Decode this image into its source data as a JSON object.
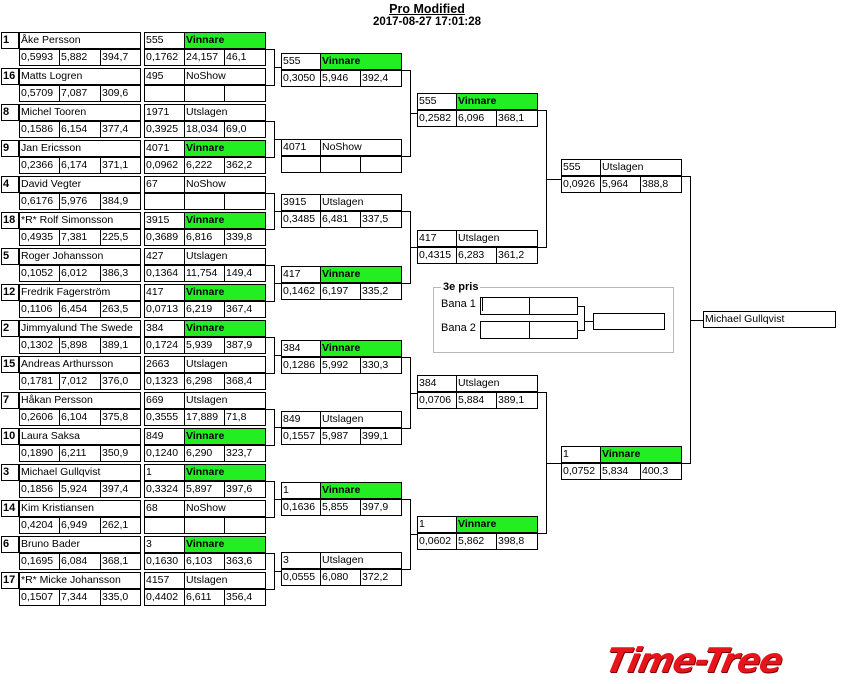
{
  "header": {
    "title": "Pro Modified",
    "timestamp": "2017-08-27 17:01:28"
  },
  "round1": [
    {
      "seed": "1",
      "name": "Åke Persson",
      "rt": "0,5993",
      "et": "5,882",
      "mph": "394,7",
      "num": "555",
      "status": "Vinnare",
      "win": true,
      "r_rt": "0,1762",
      "r_et": "24,157",
      "r_mph": "46,1"
    },
    {
      "seed": "16",
      "name": "Matts Logren",
      "rt": "0,5709",
      "et": "7,087",
      "mph": "309,6",
      "num": "495",
      "status": "NoShow",
      "win": false,
      "r_rt": "",
      "r_et": "",
      "r_mph": ""
    },
    {
      "seed": "8",
      "name": "Michel Tooren",
      "rt": "0,1586",
      "et": "6,154",
      "mph": "377,4",
      "num": "1971",
      "status": "Utslagen",
      "win": false,
      "r_rt": "0,3925",
      "r_et": "18,034",
      "r_mph": "69,0"
    },
    {
      "seed": "9",
      "name": "Jan Ericsson",
      "rt": "0,2366",
      "et": "6,174",
      "mph": "371,1",
      "num": "4071",
      "status": "Vinnare",
      "win": true,
      "r_rt": "0,0962",
      "r_et": "6,222",
      "r_mph": "362,2"
    },
    {
      "seed": "4",
      "name": "David Vegter",
      "rt": "0,6176",
      "et": "5,976",
      "mph": "384,9",
      "num": "67",
      "status": "NoShow",
      "win": false,
      "r_rt": "",
      "r_et": "",
      "r_mph": ""
    },
    {
      "seed": "18",
      "name": "*R* Rolf Simonsson",
      "rt": "0,4935",
      "et": "7,381",
      "mph": "225,5",
      "num": "3915",
      "status": "Vinnare",
      "win": true,
      "r_rt": "0,3689",
      "r_et": "6,816",
      "r_mph": "339,8"
    },
    {
      "seed": "5",
      "name": "Roger Johansson",
      "rt": "0,1052",
      "et": "6,012",
      "mph": "386,3",
      "num": "427",
      "status": "Utslagen",
      "win": false,
      "r_rt": "0,1364",
      "r_et": "11,754",
      "r_mph": "149,4"
    },
    {
      "seed": "12",
      "name": "Fredrik Fagerström",
      "rt": "0,1106",
      "et": "6,454",
      "mph": "263,5",
      "num": "417",
      "status": "Vinnare",
      "win": true,
      "r_rt": "0,0713",
      "r_et": "6,219",
      "r_mph": "367,4"
    },
    {
      "seed": "2",
      "name": "Jimmyalund The Swede",
      "rt": "0,1302",
      "et": "5,898",
      "mph": "389,1",
      "num": "384",
      "status": "Vinnare",
      "win": true,
      "r_rt": "0,1724",
      "r_et": "5,939",
      "r_mph": "387,9"
    },
    {
      "seed": "15",
      "name": "Andreas Arthursson",
      "rt": "0,1781",
      "et": "7,012",
      "mph": "376,0",
      "num": "2663",
      "status": "Utslagen",
      "win": false,
      "r_rt": "0,1323",
      "r_et": "6,298",
      "r_mph": "368,4"
    },
    {
      "seed": "7",
      "name": "Håkan Persson",
      "rt": "0,2606",
      "et": "6,104",
      "mph": "375,8",
      "num": "669",
      "status": "Utslagen",
      "win": false,
      "r_rt": "0,3555",
      "r_et": "17,889",
      "r_mph": "71,8"
    },
    {
      "seed": "10",
      "name": "Laura Saksa",
      "rt": "0,1890",
      "et": "6,211",
      "mph": "350,9",
      "num": "849",
      "status": "Vinnare",
      "win": true,
      "r_rt": "0,1240",
      "r_et": "6,290",
      "r_mph": "323,7"
    },
    {
      "seed": "3",
      "name": "Michael Gullqvist",
      "rt": "0,1856",
      "et": "5,924",
      "mph": "397,4",
      "num": "1",
      "status": "Vinnare",
      "win": true,
      "r_rt": "0,3324",
      "r_et": "5,897",
      "r_mph": "397,6"
    },
    {
      "seed": "14",
      "name": "Kim Kristiansen",
      "rt": "0,4204",
      "et": "6,949",
      "mph": "262,1",
      "num": "68",
      "status": "NoShow",
      "win": false,
      "r_rt": "",
      "r_et": "",
      "r_mph": ""
    },
    {
      "seed": "6",
      "name": "Bruno Bader",
      "rt": "0,1695",
      "et": "6,084",
      "mph": "368,1",
      "num": "3",
      "status": "Vinnare",
      "win": true,
      "r_rt": "0,1630",
      "r_et": "6,103",
      "r_mph": "363,6"
    },
    {
      "seed": "17",
      "name": "*R* Micke Johansson",
      "rt": "0,1507",
      "et": "7,344",
      "mph": "335,0",
      "num": "4157",
      "status": "Utslagen",
      "win": false,
      "r_rt": "0,4402",
      "r_et": "6,611",
      "r_mph": "356,4"
    }
  ],
  "round2": [
    {
      "num": "555",
      "status": "Vinnare",
      "win": true,
      "rt": "0,3050",
      "et": "5,946",
      "mph": "392,4"
    },
    {
      "num": "4071",
      "status": "NoShow",
      "win": false,
      "rt": "",
      "et": "",
      "mph": ""
    },
    {
      "num": "3915",
      "status": "Utslagen",
      "win": false,
      "rt": "0,3485",
      "et": "6,481",
      "mph": "337,5"
    },
    {
      "num": "417",
      "status": "Vinnare",
      "win": true,
      "rt": "0,1462",
      "et": "6,197",
      "mph": "335,2"
    },
    {
      "num": "384",
      "status": "Vinnare",
      "win": true,
      "rt": "0,1286",
      "et": "5,992",
      "mph": "330,3"
    },
    {
      "num": "849",
      "status": "Utslagen",
      "win": false,
      "rt": "0,1557",
      "et": "5,987",
      "mph": "399,1"
    },
    {
      "num": "1",
      "status": "Vinnare",
      "win": true,
      "rt": "0,1636",
      "et": "5,855",
      "mph": "397,9"
    },
    {
      "num": "3",
      "status": "Utslagen",
      "win": false,
      "rt": "0,0555",
      "et": "6,080",
      "mph": "372,2"
    }
  ],
  "round3": [
    {
      "num": "555",
      "status": "Vinnare",
      "win": true,
      "rt": "0,2582",
      "et": "6,096",
      "mph": "368,1"
    },
    {
      "num": "417",
      "status": "Utslagen",
      "win": false,
      "rt": "0,4315",
      "et": "6,283",
      "mph": "361,2"
    },
    {
      "num": "384",
      "status": "Utslagen",
      "win": false,
      "rt": "0,0706",
      "et": "5,884",
      "mph": "389,1"
    },
    {
      "num": "1",
      "status": "Vinnare",
      "win": true,
      "rt": "0,0602",
      "et": "5,862",
      "mph": "398,8"
    }
  ],
  "round4": [
    {
      "num": "555",
      "status": "Utslagen",
      "win": false,
      "rt": "0,0926",
      "et": "5,964",
      "mph": "388,8"
    },
    {
      "num": "1",
      "status": "Vinnare",
      "win": true,
      "rt": "0,0752",
      "et": "5,834",
      "mph": "400,3"
    }
  ],
  "final": {
    "winner": "Michael Gullqvist"
  },
  "third_place": {
    "legend": "3e pris",
    "lane1": "Bana 1",
    "lane2": "Bana 2"
  },
  "logo": {
    "text": "Time-Tree"
  },
  "colors": {
    "winner": "#22ee22",
    "logo": "#e8141b"
  }
}
